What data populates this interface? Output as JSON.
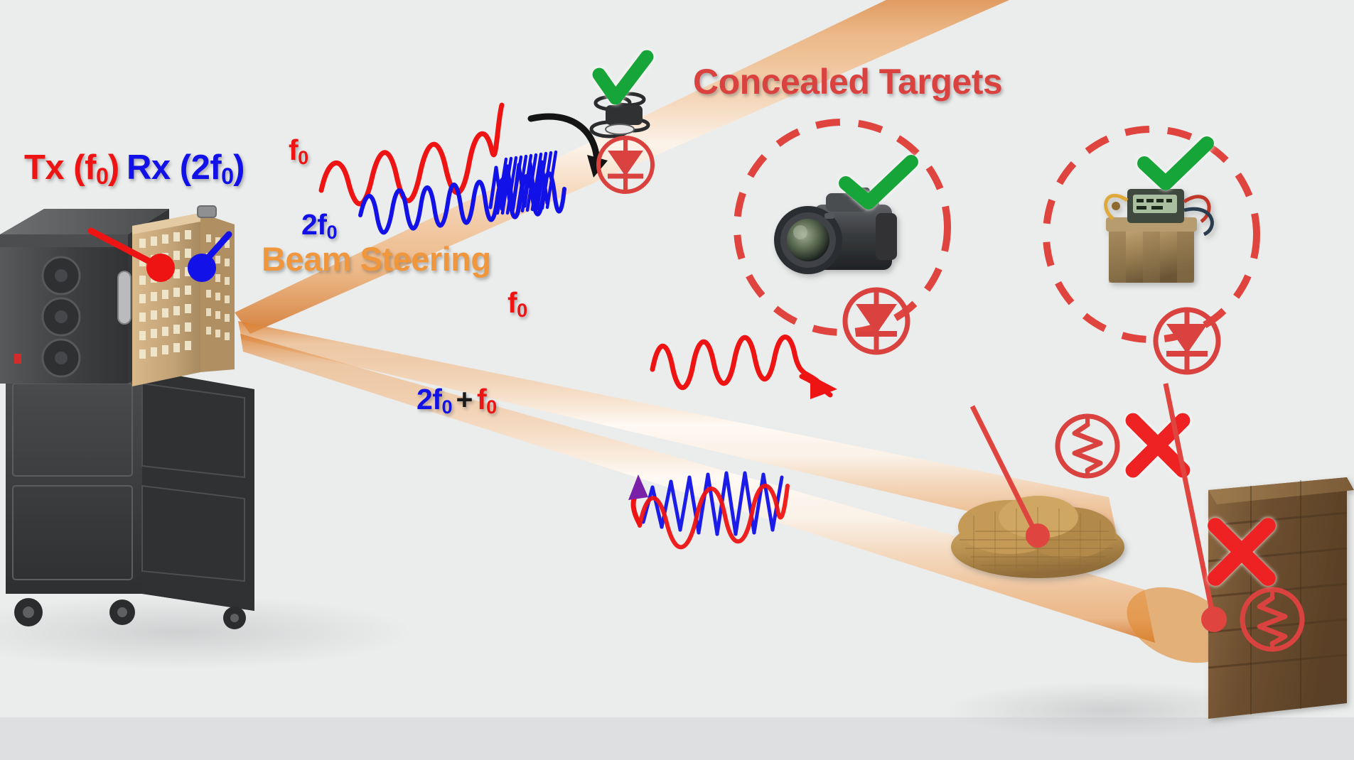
{
  "figure": {
    "title_concealed": "Concealed Targets",
    "subject": "harmonic-radar-concealed-target-detection"
  },
  "labels": {
    "tx": {
      "prefix": "Tx (f",
      "sub": "0",
      "suffix": ")",
      "color": "#ef1414"
    },
    "rx": {
      "prefix": "Rx (2f",
      "sub": "0",
      "suffix": ")",
      "color": "#1111e8"
    },
    "f0_top": {
      "prefix": "f",
      "sub": "0",
      "color": "#ef1414"
    },
    "f0_2_top": {
      "prefix": "2f",
      "sub": "0",
      "color": "#1111e8"
    },
    "beam_steering": {
      "text": "Beam Steering",
      "color": "#f0963c"
    },
    "f0_mid": {
      "prefix": "f",
      "sub": "0",
      "color": "#ef1414"
    },
    "mix": {
      "part_2f0": "2f",
      "part_2f0_sub": "0",
      "plus": "+",
      "part_f0": "f",
      "part_f0_sub": "0",
      "color_2f0": "#1111e8",
      "color_plus": "#1a1a1a",
      "color_f0": "#ef1414"
    },
    "concealed_targets": {
      "text": "Concealed Targets",
      "color": "#d9423f"
    }
  },
  "colors": {
    "background": "#ebecec",
    "beam": "#e8954e",
    "beam_core": "#fdf0e2",
    "red": "#ef1414",
    "blue": "#1111e8",
    "orange": "#f0963c",
    "crimson": "#d9423f",
    "green_check": "#13a538",
    "red_x": "#ee2222",
    "rack_dark": "#3b3d3f",
    "rack_panel": "#c8a87a",
    "wood": "#7a5b3c",
    "burlap": "#c59a57"
  },
  "targets": [
    {
      "id": "drone",
      "name": "drone",
      "detected": true,
      "check": "✓",
      "response_icon": "diode-in-circle",
      "has_dashed_circle": false
    },
    {
      "id": "camera",
      "name": "dslr-camera",
      "detected": true,
      "check": "✓",
      "response_icon": "diode-in-circle",
      "has_dashed_circle": true
    },
    {
      "id": "ied",
      "name": "improvised-explosive-device",
      "detected": true,
      "check": "✓",
      "response_icon": "diode-in-circle",
      "has_dashed_circle": true
    },
    {
      "id": "burlap-sacks",
      "name": "burlap-sacks-clutter",
      "detected": false,
      "cross": "✕",
      "response_icon": "resistor-in-circle",
      "has_dashed_circle": false
    },
    {
      "id": "wooden-crate",
      "name": "wooden-crate-clutter",
      "detected": false,
      "cross": "✕",
      "response_icon": "resistor-in-circle",
      "has_dashed_circle": false
    }
  ],
  "equipment": {
    "radar_rack": {
      "name": "radar-instrument-rack",
      "tx_port_color": "#ef1414",
      "rx_port_color": "#1111e8"
    }
  },
  "waveforms": [
    {
      "id": "wave-f0-top",
      "name": "fundamental-waveform",
      "color": "#ef1414",
      "cycles": 5,
      "note": "low-frequency f0 transmit"
    },
    {
      "id": "wave-2f0-top",
      "name": "second-harmonic-waveform",
      "color": "#1111e8",
      "cycles": 18,
      "note": "high-frequency 2f0 receive"
    },
    {
      "id": "wave-f0-mid",
      "name": "fundamental-waveform-mid",
      "color": "#ef1414",
      "cycles": 5,
      "note": "f0 illuminating concealed target"
    },
    {
      "id": "wave-mixed",
      "name": "mixed-harmonic-waveform",
      "colors": [
        "#1111e8",
        "#ef1414"
      ],
      "note": "returned 2f0 + f0"
    }
  ],
  "icons": {
    "green_check": "check-icon",
    "red_cross": "cross-icon",
    "diode": "diode-symbol-icon",
    "resistor": "resistor-symbol-icon",
    "steering_arrow": "curved-arrow-icon"
  }
}
